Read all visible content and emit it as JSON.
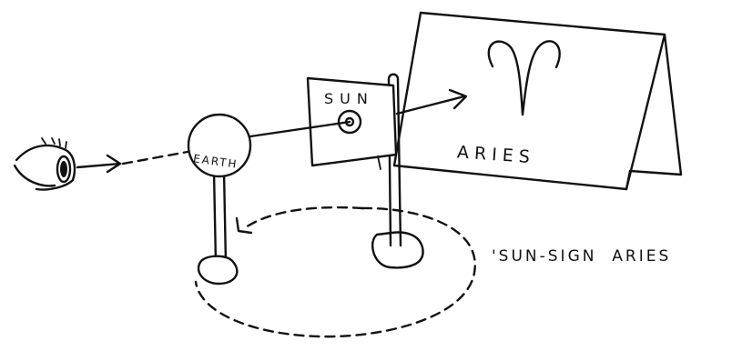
{
  "labels": {
    "sun": "SUN",
    "earth": "EARTH",
    "aries": "ARIES",
    "aries_symbol": "♈",
    "caption": "'SUN-SIGN  ARIES"
  },
  "colors": {
    "ink": "#111111",
    "paper": "#ffffff"
  }
}
